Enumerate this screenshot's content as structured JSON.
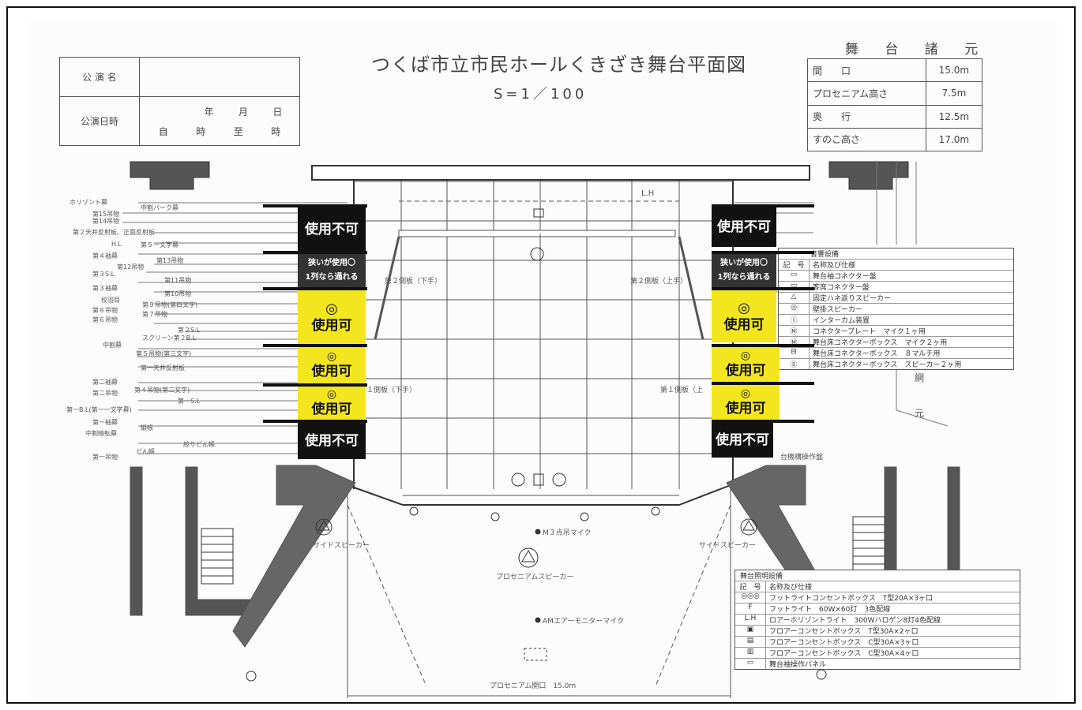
{
  "title": "つくば市立市民ホールくきざき舞台平面図",
  "scale": "S=1／100",
  "performance_box": {
    "name_label": "公 演 名",
    "date_label": "公演日時",
    "year": "年",
    "month": "月",
    "day": "日",
    "from": "自",
    "hour_from": "時",
    "to": "至",
    "hour_to": "時"
  },
  "specs": {
    "heading": "舞 台 諸 元",
    "rows": [
      {
        "label": "間　　口",
        "value": "15.0m"
      },
      {
        "label": "プロセニアム高さ",
        "value": "7.5m"
      },
      {
        "label": "奥　　行",
        "value": "12.5m"
      },
      {
        "label": "すのこ高さ",
        "value": "17.0m"
      }
    ]
  },
  "markers": {
    "unusable": "使用不可",
    "narrow_line1": "狭いが使用〇",
    "narrow_line2": "1列なら通れる",
    "usable_symbol": "◎",
    "usable": "使用可"
  },
  "batten_labels": [
    "ホリゾント幕",
    "中割バーク幕",
    "第15吊物",
    "第14吊物",
    "第２天井反射板、正面反射板",
    "H.L",
    "第５一文字幕",
    "第４袖幕",
    "第13吊物",
    "第12吊物",
    "第３S.L",
    "第11吊物",
    "第３袖幕",
    "第10吊物",
    "校羽目",
    "第９吊物(第四文字)",
    "第８吊物",
    "第７吊物",
    "第６吊物",
    "第２S.L",
    "スクリーン第２B.L",
    "中割幕",
    "第５吊物(第三文字)",
    "第一天井反射板",
    "第二袖幕",
    "第４吊物(第二文字)",
    "第二吊物",
    "第一S.L",
    "第一B.L(第一一文字幕)",
    "第一袖幕",
    "中割暗転幕",
    "緞帳",
    "絞りどん帳",
    "第一吊物",
    "どん帳"
  ],
  "stage_labels": {
    "lh": "L.H",
    "side2_left": "第２側板（下手）",
    "side2_right": "第２側板（上手）",
    "side1_left": "１側板（下手）",
    "side1_right": "第１側板（上",
    "net": "網",
    "origin": "元",
    "side_speaker": "サイドスピーカー",
    "mic3": "M３点吊マイク",
    "pros_speaker": "プロセニアムスピーカー",
    "am_mic": "AMエアーモニターマイク",
    "pros_width": "プロセニアム開口　15.0m",
    "panel_label": "台機構操作盤"
  },
  "sound_legend": {
    "title": "音響設備",
    "col1": "記　号",
    "col2": "名称及び仕様",
    "rows": [
      "舞台袖コネクター盤",
      "客席コネクター盤",
      "固定ハネ返りスピーカー",
      "壁掛スピーカー",
      "インターカム装置",
      "コネクタープレート　マイク１ヶ用",
      "舞台床コネクターボックス　マイク２ヶ用",
      "舞台床コネクターボックス　８マルチ用",
      "舞台床コネクターボックス　スピーカー２ヶ用"
    ]
  },
  "light_legend": {
    "title": "舞台照明設備",
    "col1": "記　号",
    "col2": "名称及び仕様",
    "rows": [
      {
        "sym": "◎◎◎",
        "txt": "フットライトコンセントボックス　T型20A×3ヶ口"
      },
      {
        "sym": "F",
        "txt": "フットライト　60W×60灯　3色配線"
      },
      {
        "sym": "L.H",
        "txt": "ロアーホリゾントライト　300Wハロゲン8灯4色配線"
      },
      {
        "sym": "▣",
        "txt": "フロアーコンセントボックス　T型30A×2ヶ口"
      },
      {
        "sym": "▤",
        "txt": "フロアーコンセントボックス　C型30A×3ヶ口"
      },
      {
        "sym": "▥",
        "txt": "フロアーコンセントボックス　C型30A×4ヶ口"
      },
      {
        "sym": "▭",
        "txt": "舞台袖操作パネル"
      }
    ]
  }
}
